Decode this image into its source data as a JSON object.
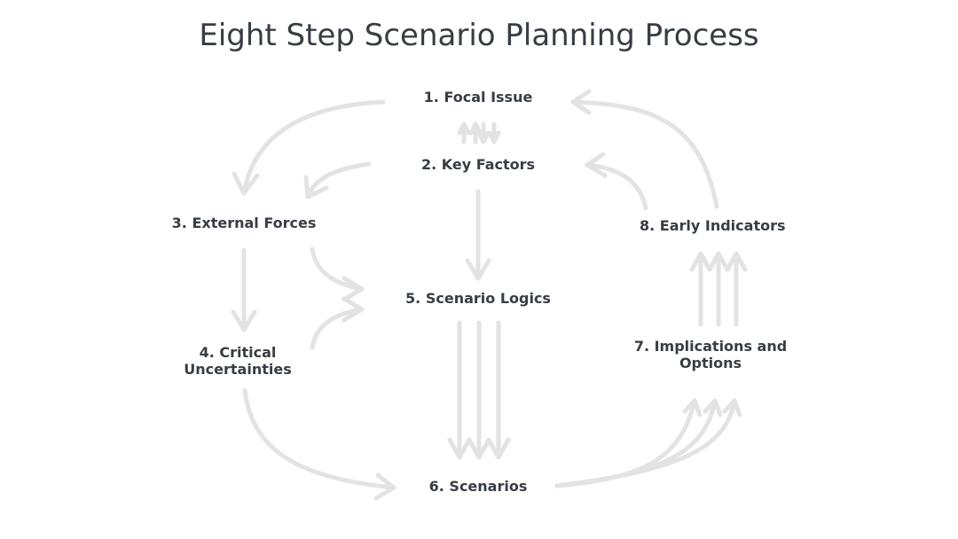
{
  "title": "Eight Step Scenario Planning Process",
  "steps": {
    "focal_issue": "1. Focal Issue",
    "key_factors": "2. Key Factors",
    "external_forces": "3. External Forces",
    "critical_uncertainties": [
      "4. Critical",
      "Uncertainties"
    ],
    "scenario_logics": "5. Scenario Logics",
    "scenarios": "6. Scenarios",
    "implications_options": [
      "7. Implications and",
      "Options"
    ],
    "early_indicators": "8. Early Indicators"
  },
  "colors": {
    "arrow": "#e3e3e3",
    "text": "#383d44",
    "background": "#ffffff"
  }
}
